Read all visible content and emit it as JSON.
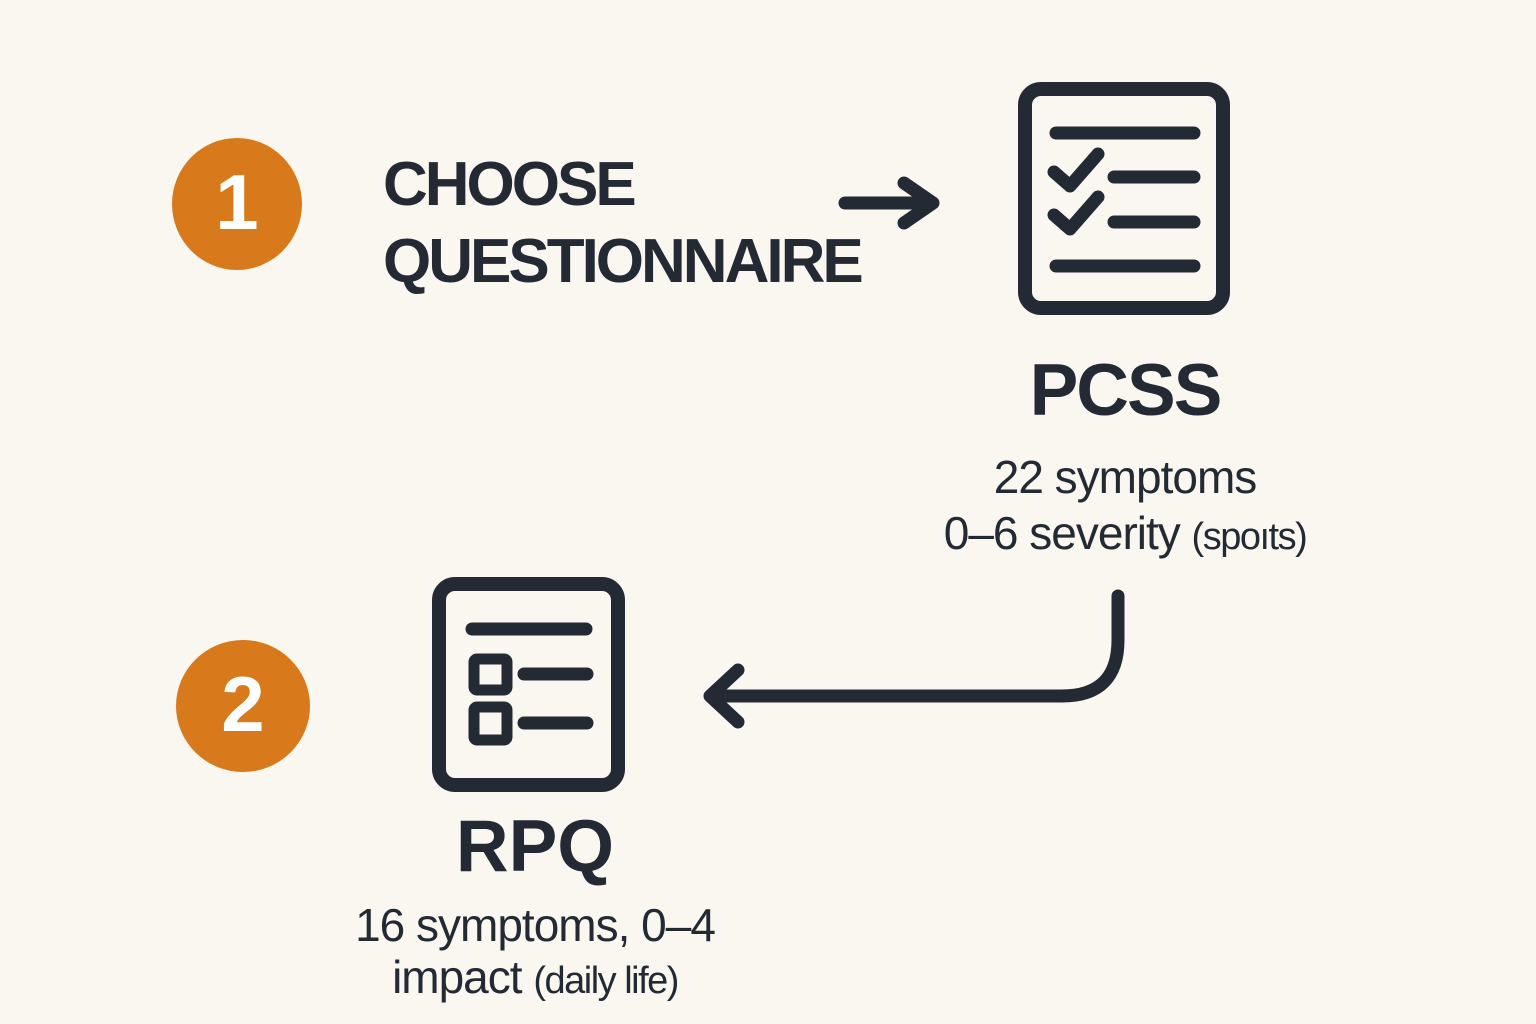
{
  "palette": {
    "background": "#FAF7F1",
    "ink": "#232A34",
    "accent": "#D8791B",
    "number_color": "#FFFFFF"
  },
  "steps": [
    {
      "number": "1",
      "title_lines": [
        "CHOOSE",
        "QUESTIONNAIRE"
      ],
      "card": {
        "icon": "checklist-document-icon",
        "name": "PCSS",
        "detail_line1": "22 symptoms",
        "detail_line2": "0–6 severity",
        "detail_note": "(spoıts)"
      }
    },
    {
      "number": "2",
      "card": {
        "icon": "checkbox-list-document-icon",
        "name": "RPQ",
        "detail_line1": "16 symptoms, 0–4",
        "detail_line2": "impact",
        "detail_note": "(daily life)"
      }
    }
  ]
}
